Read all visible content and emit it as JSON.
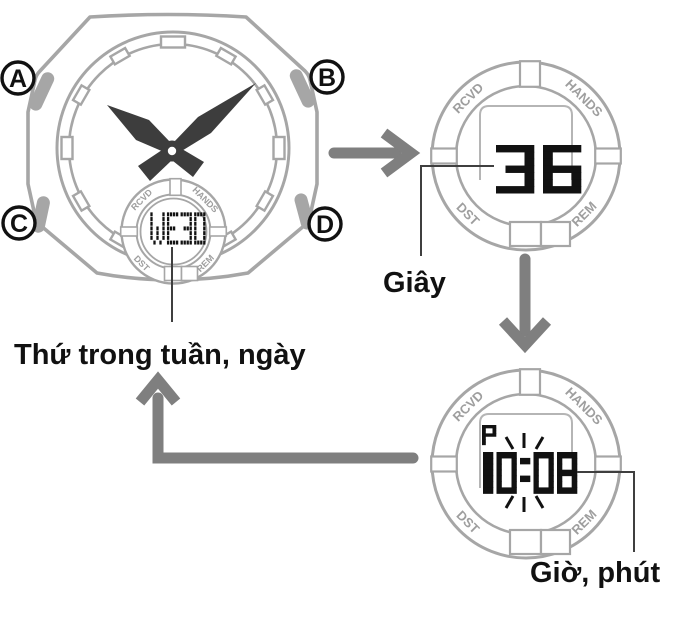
{
  "diagram": {
    "watch": {
      "buttons": {
        "a": "A",
        "b": "B",
        "c": "C",
        "d": "D"
      },
      "lcd_text": "WE30",
      "label": "Thứ trong tuần, ngày"
    },
    "ring_labels": {
      "top_left": "RCVD",
      "top_right": "HANDS",
      "bottom_left": "DST",
      "bottom_right": "REM"
    },
    "subdial_seconds": {
      "lcd_text": "36",
      "label": "Giây"
    },
    "subdial_time": {
      "lcd_text": "10:08",
      "indicator": "P",
      "label": "Giờ, phút"
    },
    "colors": {
      "outline_gray": "#a6a6a6",
      "arrow_gray": "#7f7f7f",
      "hands_dark": "#3d3d3d",
      "text_black": "#111111",
      "ring_label_gray": "#9e9e9e",
      "lcd_line_gray": "#b5b5b5",
      "callout_line": "#3f3f3f"
    }
  }
}
